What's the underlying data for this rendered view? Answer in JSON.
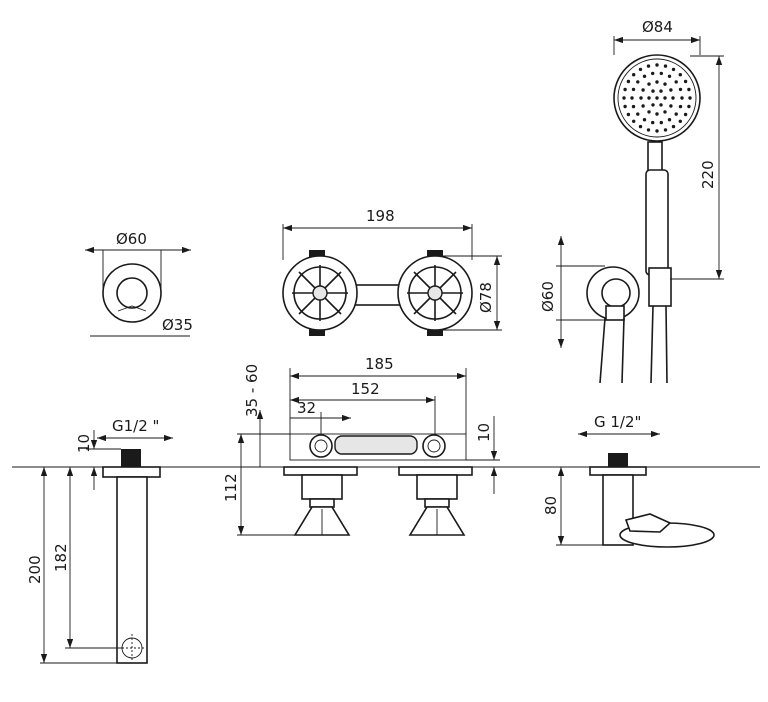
{
  "drawing": {
    "colors": {
      "line": "#1a1a1a",
      "background": "#ffffff",
      "fill_light": "#e6e6e6"
    },
    "dimensions": {
      "flange_outer_diameter": "Ø60",
      "flange_inner_diameter": "Ø35",
      "handles_span": "198",
      "handle_diameter": "Ø78",
      "shower_head_diameter": "Ø84",
      "shower_height": "220",
      "holder_diameter": "Ø60",
      "body_length": "185",
      "connection_spacing": "152",
      "offset_left": "32",
      "deck_range": "35 - 60",
      "spout_thread": "G1/2 \"",
      "spout_top_height": "10",
      "spout_182": "182",
      "spout_200": "200",
      "mixer_top_height": "10",
      "mixer_112": "112",
      "holder_thread": "G 1/2\"",
      "holder_80": "80"
    }
  }
}
